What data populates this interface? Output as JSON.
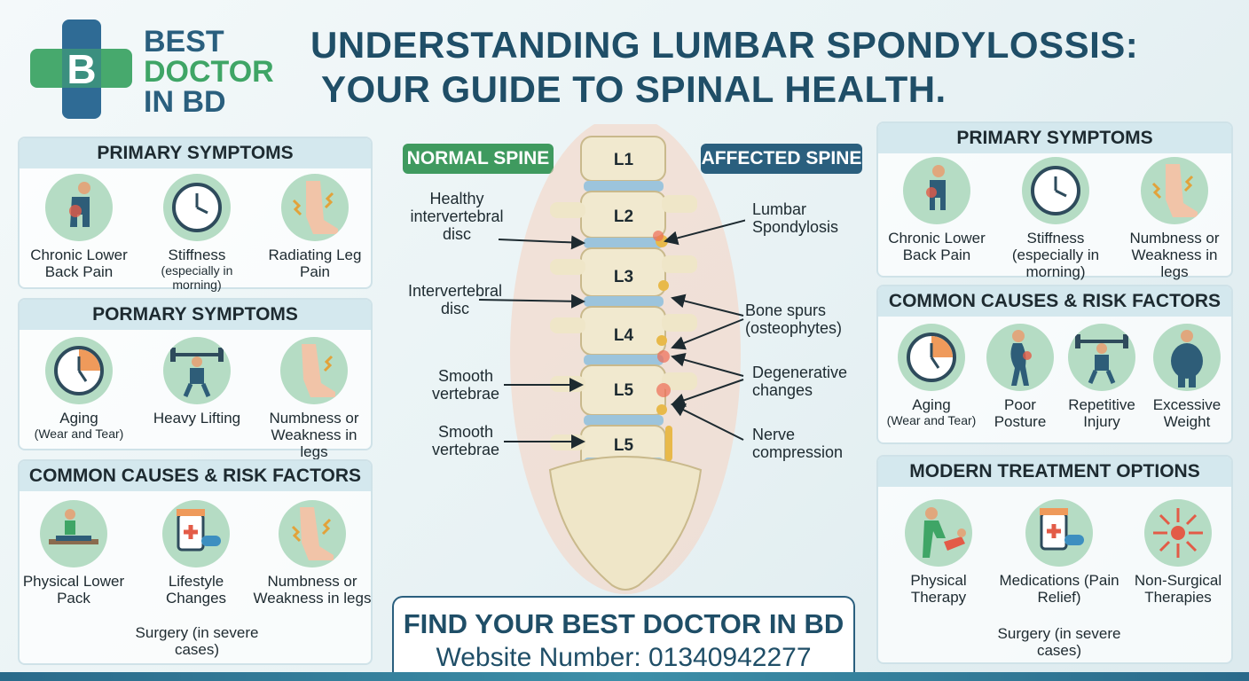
{
  "brand": {
    "line1": "BEST",
    "line2": "DOCTOR",
    "line3": "IN BD",
    "letter": "B"
  },
  "title": {
    "line1": "UNDERSTANDING LUMBAR SPONDYLOSSIS:",
    "line2": "YOUR GUIDE TO SPINAL HEALTH."
  },
  "left": {
    "panel1": {
      "heading": "PRIMARY SYMPTOMS",
      "items": [
        {
          "label": "Chronic Lower Back Pain",
          "icon": "back-pain-icon"
        },
        {
          "label": "Stiffness",
          "sub": "(especially in morning)",
          "icon": "clock-icon"
        },
        {
          "label": "Radiating Leg Pain",
          "icon": "leg-pain-icon"
        }
      ]
    },
    "panel2": {
      "heading": "PORMARY SYMPTOMS",
      "items": [
        {
          "label": "Aging",
          "sub": "(Wear and Tear)",
          "icon": "clock-icon"
        },
        {
          "label": "Heavy Lifting",
          "icon": "weightlifter-icon"
        },
        {
          "label": "Numbness or Weakness in legs",
          "icon": "leg-pain-icon"
        }
      ]
    },
    "panel3": {
      "heading": "COMMON CAUSES & RISK FACTORS",
      "items": [
        {
          "label": "Physical Lower Pack",
          "icon": "physio-icon"
        },
        {
          "label": "Lifestyle Changes",
          "icon": "medication-icon"
        },
        {
          "label": "Numbness or Weakness in legs",
          "icon": "leg-pain-icon"
        }
      ],
      "extra": "Surgery (in severe cases)"
    }
  },
  "right": {
    "panel1": {
      "heading": "PRIMARY SYMPTOMS",
      "items": [
        {
          "label": "Chronic Lower Back Pain",
          "icon": "back-pain-icon"
        },
        {
          "label": "Stiffness (especially in morning)",
          "icon": "clock-icon"
        },
        {
          "label": "Numbness or Weakness in legs",
          "icon": "leg-pain-icon"
        }
      ]
    },
    "panel2": {
      "heading": "COMMON CAUSES & RISK FACTORS",
      "items": [
        {
          "label": "Aging",
          "sub": "(Wear and Tear)",
          "icon": "clock-icon"
        },
        {
          "label": "Poor Posture",
          "icon": "posture-icon"
        },
        {
          "label": "Repetitive Injury",
          "icon": "weightlifter-icon"
        },
        {
          "label": "Excessive Weight",
          "icon": "weight-icon"
        }
      ]
    },
    "panel3": {
      "heading": "MODERN TREATMENT OPTIONS",
      "items": [
        {
          "label": "Physical Therapy",
          "icon": "physio-icon"
        },
        {
          "label": "Medications (Pain Relief)",
          "icon": "medication-icon"
        },
        {
          "label": "Non-Surgical Therapies",
          "icon": "burst-icon"
        }
      ],
      "extra": "Surgery (in severe cases)"
    }
  },
  "spine": {
    "normal_tag": "NORMAL SPINE",
    "affected_tag": "AFFECTED SPINE",
    "vertebrae": [
      "L1",
      "L2",
      "L3",
      "L4",
      "L5",
      "L5"
    ],
    "left_labels": [
      "Healthy intervertebral disc",
      "Intervertebral disc",
      "Smooth vertebrae",
      "Smooth vertebrae"
    ],
    "right_labels": [
      "Lumbar Spondylosis",
      "Bone spurs (osteophytes)",
      "Degenerative changes",
      "Nerve compression"
    ]
  },
  "cta": {
    "line1": "FIND YOUR BEST DOCTOR IN BD",
    "line2": "Website Number: 01340942277"
  },
  "colors": {
    "navy": "#1f4e67",
    "green": "#3fa566",
    "tag_green": "#3f9a5f",
    "tag_blue": "#2a5f7e",
    "panel_head": "#d4e8ee",
    "icon_circle": "#b5dcc4"
  }
}
